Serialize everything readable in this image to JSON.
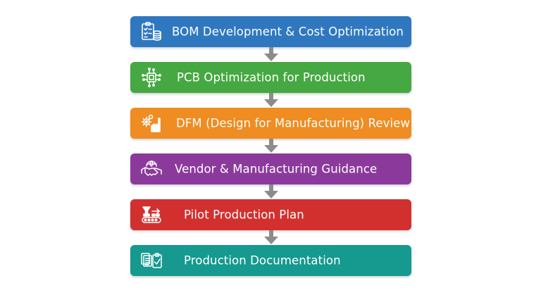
{
  "steps": [
    {
      "label": "BOM Development & Cost Optimization",
      "icon": "bom-checklist-coins-icon",
      "color": "#2f78c0"
    },
    {
      "label": "PCB Optimization for Production",
      "icon": "circuit-chip-icon",
      "color": "#46a842"
    },
    {
      "label": "DFM (Design for Manufacturing) Review",
      "icon": "gears-factory-icon",
      "color": "#ef8c22"
    },
    {
      "label": "Vendor & Manufacturing Guidance",
      "icon": "handshake-globe-icon",
      "color": "#8b3a9c"
    },
    {
      "label": "Pilot Production Plan",
      "icon": "conveyor-belt-icon",
      "color": "#d2302f"
    },
    {
      "label": "Production Documentation",
      "icon": "documents-checklist-icon",
      "color": "#16998f"
    }
  ],
  "arrow_color": "#8c8c8c"
}
